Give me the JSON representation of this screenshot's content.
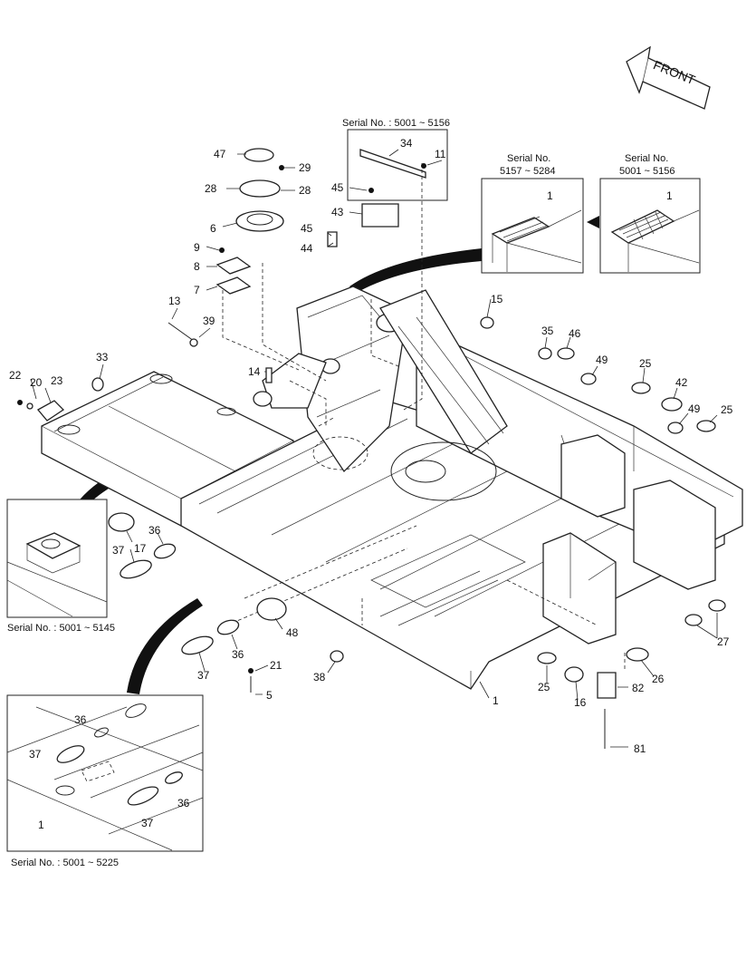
{
  "diagram": {
    "front_label": "FRONT",
    "captions": {
      "top_serial": "Serial No. : 5001 ~ 5156",
      "inset_a_line1": "Serial No.",
      "inset_a_line2": "5157 ~ 5284",
      "inset_b_line1": "Serial No.",
      "inset_b_line2": "5001 ~ 5156",
      "left_inset": "Serial No. : 5001 ~ 5145",
      "bottom_inset": "Serial No. : 5001 ~ 5225"
    },
    "callouts": [
      "47",
      "29",
      "28",
      "28",
      "6",
      "9",
      "8",
      "7",
      "13",
      "39",
      "14",
      "22",
      "20",
      "23",
      "33",
      "34",
      "11",
      "45",
      "43",
      "45",
      "44",
      "15",
      "35",
      "46",
      "49",
      "25",
      "42",
      "49",
      "25",
      "1",
      "1",
      "17",
      "36",
      "37",
      "48",
      "36",
      "37",
      "21",
      "5",
      "38",
      "1",
      "25",
      "16",
      "26",
      "82",
      "27",
      "81",
      "36",
      "37",
      "37",
      "36",
      "1"
    ]
  }
}
